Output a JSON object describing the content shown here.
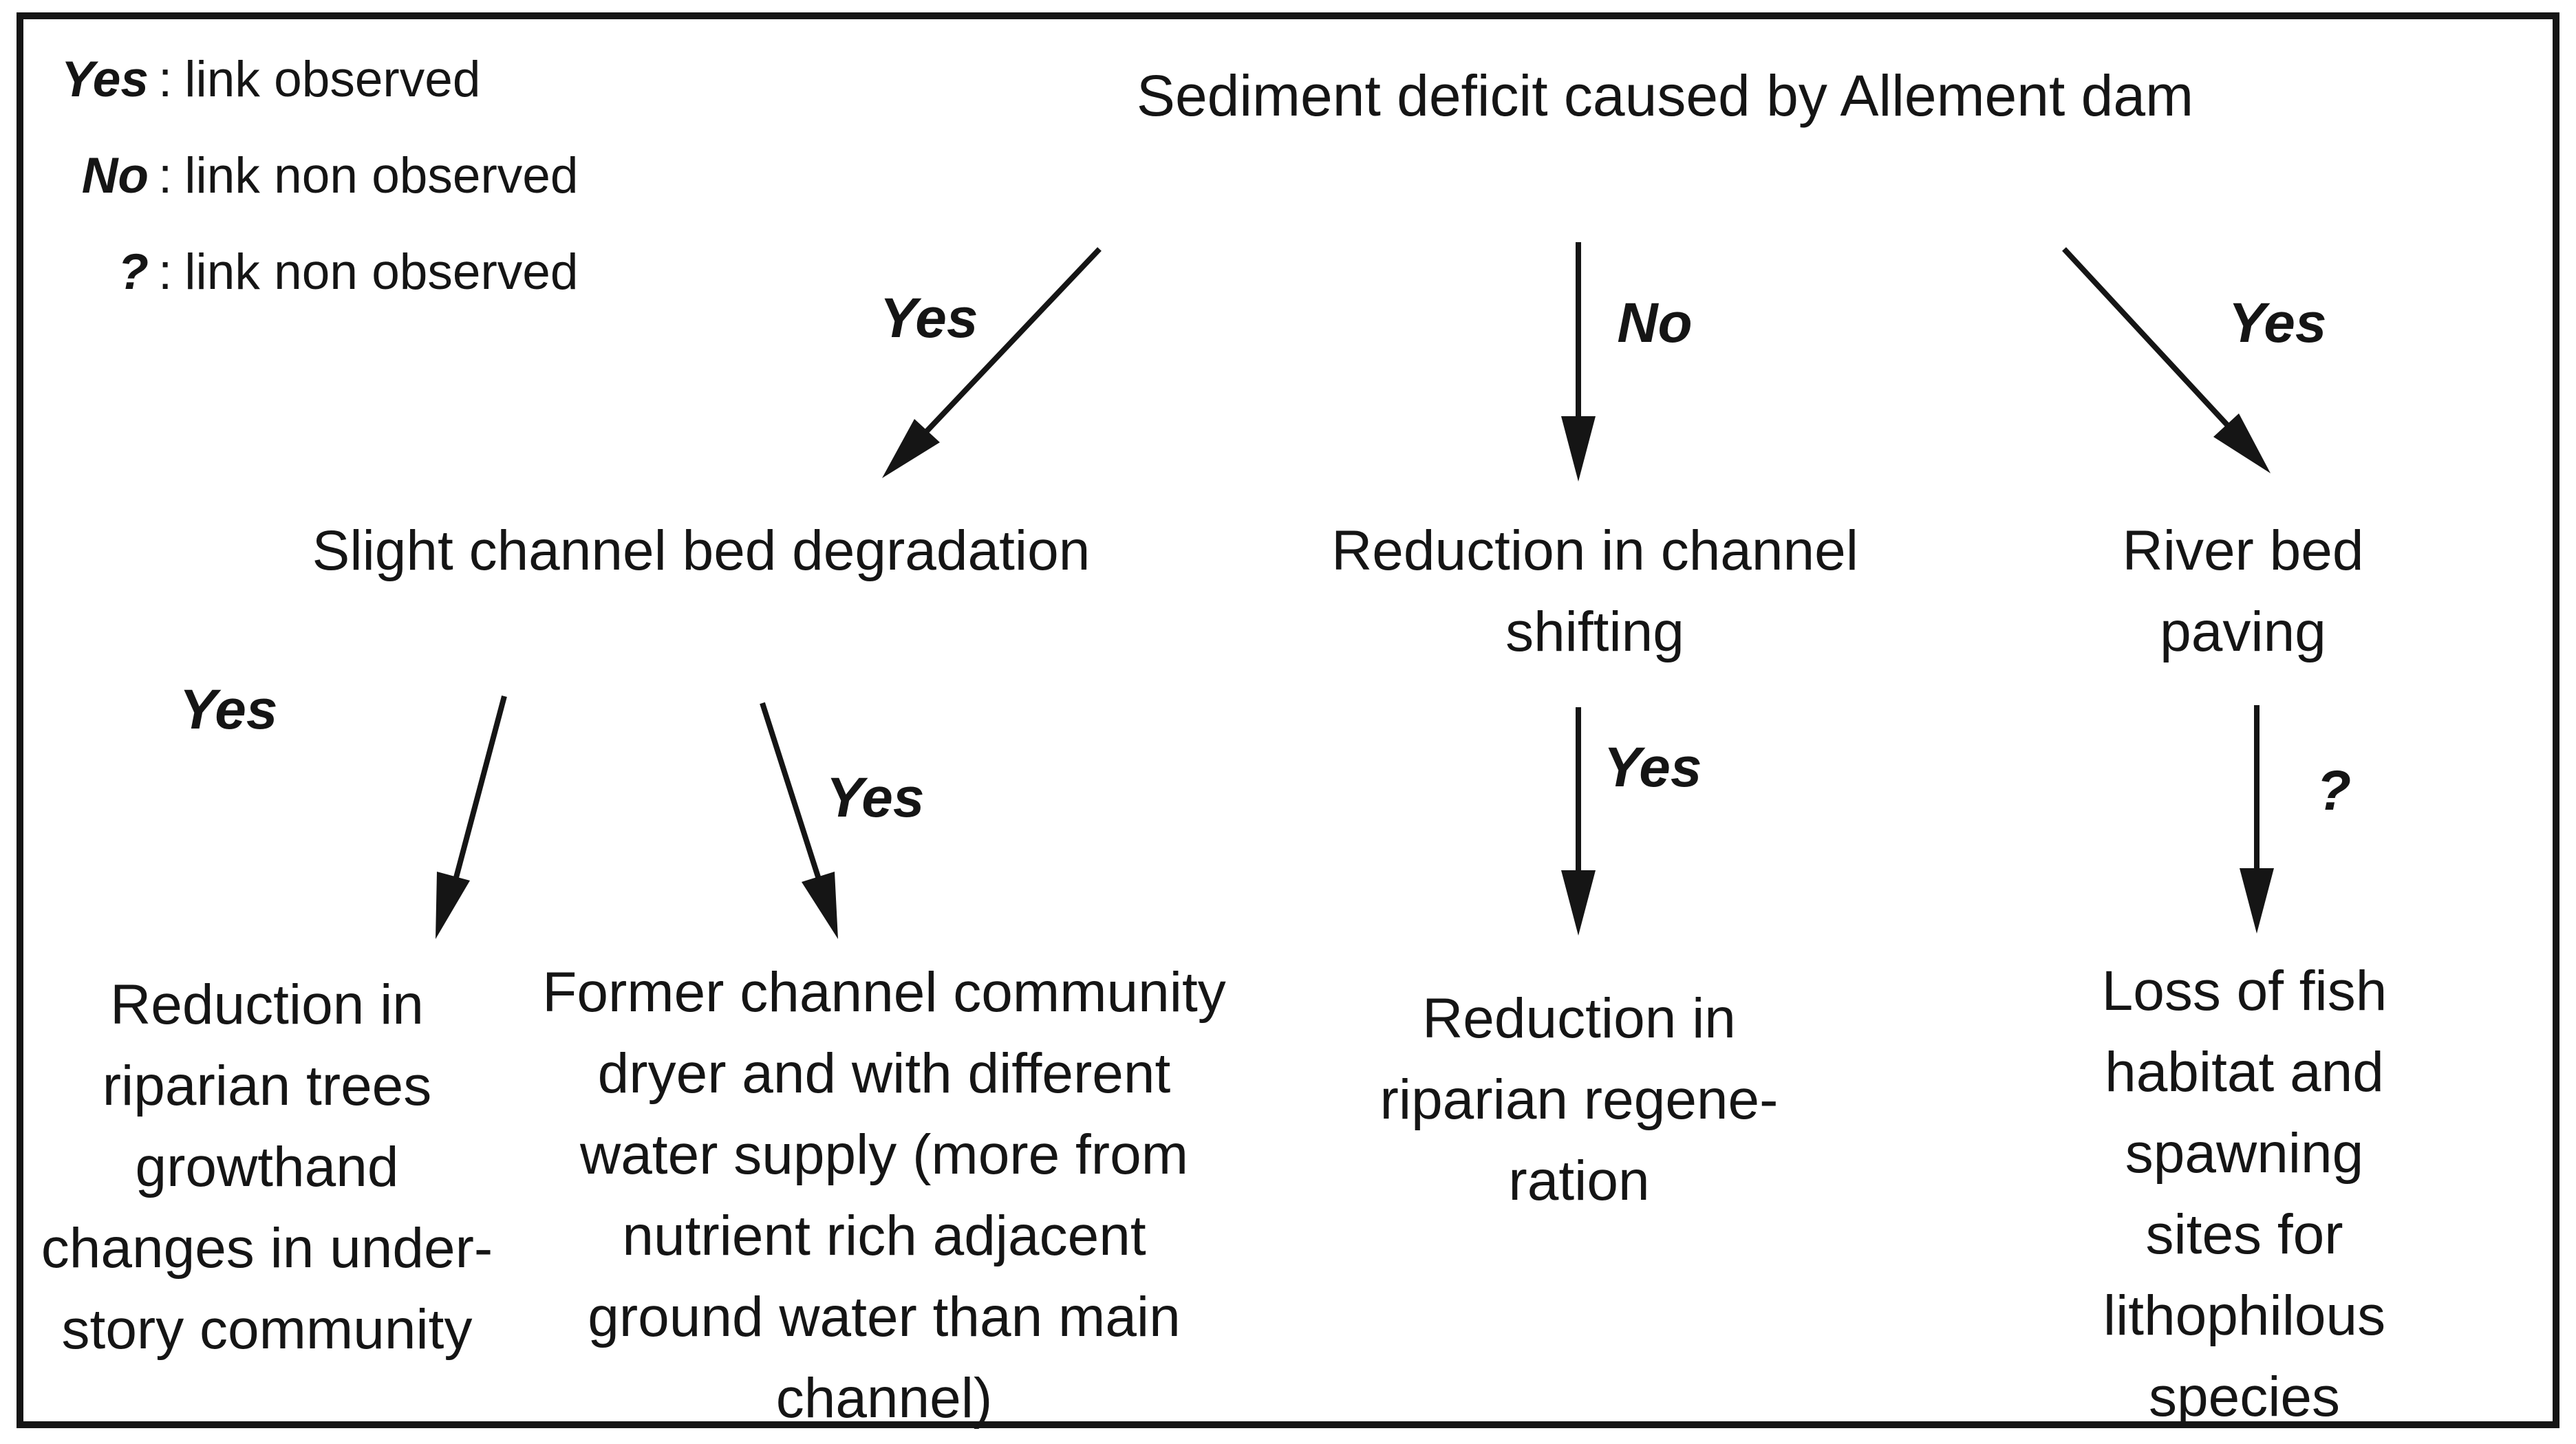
{
  "diagram": {
    "colors": {
      "ink": "#151515",
      "background": "#ffffff"
    },
    "legend": {
      "separator": ":",
      "items": [
        {
          "key": "Yes",
          "desc": "link observed"
        },
        {
          "key": "No",
          "desc": "link non observed"
        },
        {
          "key": "?",
          "desc": "link non observed"
        }
      ]
    },
    "root": "Sediment deficit caused by Allement dam",
    "nodes": {
      "slight_degradation": "Slight channel bed degradation",
      "channel_shifting": "Reduction in channel\nshifting",
      "river_bed_paving": "River bed paving",
      "riparian_trees": "Reduction in\nriparian trees\ngrowthand\nchanges in under-\nstory community",
      "former_channel": "Former channel community\ndryer and with different\nwater supply (more from\nnutrient rich adjacent\nground water than main\nchannel)",
      "riparian_regeneration": "Reduction in\nriparian regene-\nration",
      "fish_habitat": "Loss of fish habitat and\nspawning sites for\nlithophilous species"
    },
    "edge_labels": {
      "root_to_degradation": "Yes",
      "root_to_shifting": "No",
      "root_to_paving": "Yes",
      "degradation_to_trees": "Yes",
      "degradation_to_former": "Yes",
      "shifting_to_regeneration": "Yes",
      "paving_to_habitat": "?"
    }
  }
}
